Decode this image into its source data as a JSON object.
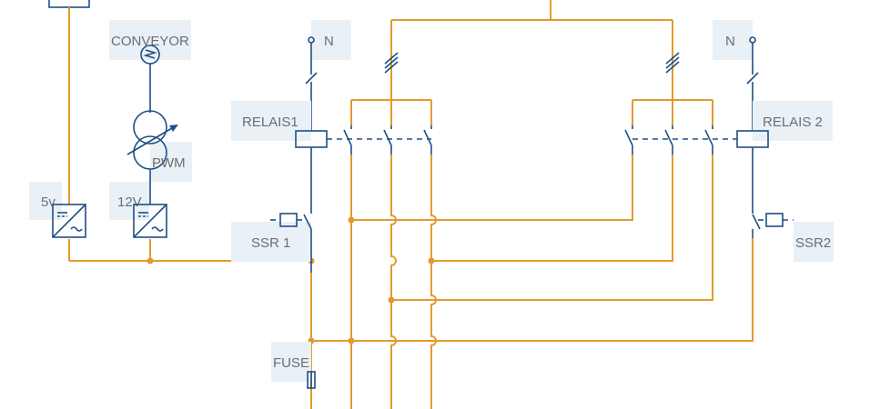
{
  "labels": {
    "conveyor": "CONVEYOR",
    "pwm": "PWM",
    "v5": "5v",
    "v12": "12V",
    "relais1": "RELAIS1",
    "relais2": "RELAIS 2",
    "ssr1": "SSR 1",
    "ssr2": "SSR2",
    "fuse": "FUSE",
    "n_left": "N",
    "n_right": "N"
  },
  "colors": {
    "wire": "#e39a2d",
    "device": "#1e4f86",
    "label_text": "#6b6e72",
    "label_bg": "#e9f1f6"
  },
  "icons": [
    "motor-icon",
    "variable-transformer-icon",
    "power-supply-icon",
    "relay-coil-icon",
    "ssr-icon",
    "fuse-icon",
    "switch-icon"
  ]
}
